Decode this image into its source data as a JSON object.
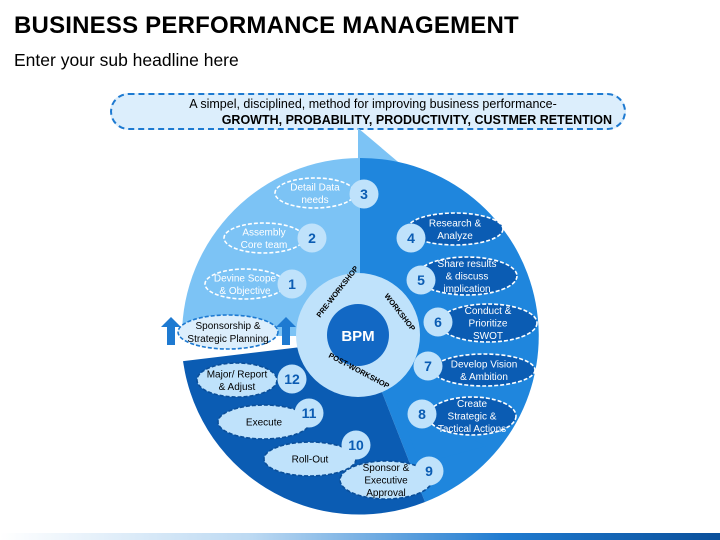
{
  "header": {
    "title": "BUSINESS PERFORMANCE MANAGEMENT",
    "subtitle": "Enter your sub headline here"
  },
  "banner": {
    "line1": "A simpel, disciplined, method for improving business performance-",
    "line2": "GROWTH, PROBABILITY, PRODUCTIVITY, CUSTMER RETENTION"
  },
  "center": {
    "label": "BPM",
    "pre_workshop": "PRE-WORKSHOP",
    "workshop": "WORKSHOP",
    "post_workshop": "POST-WORKSHOP"
  },
  "side_label": [
    "Sponsorship &",
    "Strategic Planning"
  ],
  "colors": {
    "light": "#7cc3f5",
    "medium": "#1f86dd",
    "dark": "#0b5cb3",
    "core": "#bfe2fb",
    "hub": "#1268c4",
    "accent_dash": "#1e7ad1"
  },
  "steps": [
    {
      "num": "1",
      "lines": [
        "Devine Scope",
        "& Objective"
      ]
    },
    {
      "num": "2",
      "lines": [
        "Assembly",
        "Core team"
      ]
    },
    {
      "num": "3",
      "lines": [
        "Detail Data",
        "needs"
      ]
    },
    {
      "num": "4",
      "lines": [
        "Research &",
        "Analyze"
      ]
    },
    {
      "num": "5",
      "lines": [
        "Share results",
        "& discuss",
        "implication"
      ]
    },
    {
      "num": "6",
      "lines": [
        "Conduct &",
        "Prioritize",
        "SWOT"
      ]
    },
    {
      "num": "7",
      "lines": [
        "Develop Vision",
        "& Ambition"
      ]
    },
    {
      "num": "8",
      "lines": [
        "Create",
        "Strategic &",
        "Tactical Actions"
      ]
    },
    {
      "num": "9",
      "lines": [
        "Sponsor &",
        "Executive",
        "Approval"
      ]
    },
    {
      "num": "10",
      "lines": [
        "Roll-Out"
      ]
    },
    {
      "num": "11",
      "lines": [
        "Execute"
      ]
    },
    {
      "num": "12",
      "lines": [
        "Major/ Report",
        "& Adjust"
      ]
    }
  ]
}
